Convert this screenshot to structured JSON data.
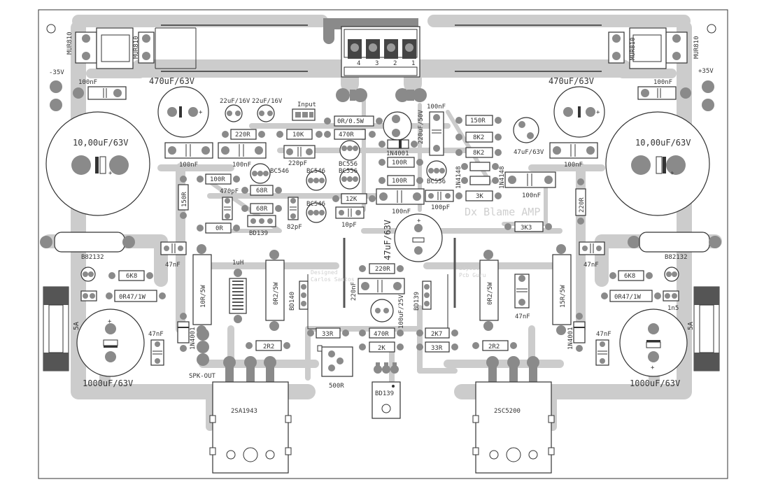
{
  "board": {
    "ghost_title": "Dx Blame AMP",
    "ghost_lines": [
      "Designed",
      "Carlos Santos",
      "Layout",
      "Pcb Guru"
    ]
  },
  "connector": {
    "pins": [
      "4",
      "3",
      "2",
      "1"
    ]
  },
  "rails": {
    "negative": "-35V",
    "positive": "+35V"
  },
  "labels": {
    "mur_left_a": "MUR810",
    "mur_left_b": "MUR810",
    "mur_right_a": "MUR810",
    "mur_right_b": "MUR810",
    "cap_470_left": "470uF/63V",
    "cap_470_right": "470uF/63V",
    "cap_10000_left": "10,00uF/63V",
    "cap_10000_right": "10,00uF/63V",
    "cap_1000_left": "1000uF/63V",
    "cap_1000_right": "1000uF/63V",
    "nf100_tl": "100nF",
    "nf100_tr": "100nF",
    "nf100_a": "100nF",
    "nf100_b": "100nF",
    "nf100_c": "100nF",
    "nf100_d": "100nF",
    "nf100_e": "100nF",
    "nf100_f": "100nF",
    "c22_a": "22uF/16V",
    "c22_b": "22uF/16V",
    "input": "Input",
    "r220": "220R",
    "r10k": "10K",
    "pf220": "220pF",
    "r0r5": "0R/0.5W",
    "r470": "470R",
    "bc556_a": "BC556",
    "bc556_b": "BC556",
    "diode_1n4001_top": "1N4001",
    "c220u": "220uF/50V",
    "r100_top": "100R",
    "r100_mid": "100R",
    "bc556_c": "BC556",
    "r150": "150R",
    "r8k2_a": "8K2",
    "r8k2_b": "8K2",
    "c47u_small": "47uF/63V",
    "d1n4148_a": "1N4148",
    "d1n4148_b": "1N4148",
    "r3k": "3K",
    "bc546_a": "BC546",
    "bc546_b": "BC546",
    "bc546_c": "BC546",
    "r100_left": "100R",
    "pf470": "470pF",
    "r68_a": "68R",
    "r68_b": "68R",
    "r0r": "0R",
    "bd139_left": "BD139",
    "pf82": "82pF",
    "pf10": "10pF",
    "r12k": "12K",
    "pf100": "100pF",
    "c47u_big": "47uF/63V",
    "r150_vert": "150R",
    "r220_vert": "220R",
    "r3k3": "3K3",
    "b82132_left": "B82132",
    "b82132_right": "B82132",
    "nf47_a": "47nF",
    "nf47_b": "47nF",
    "nf47_c": "47nF",
    "nf47_d": "47nF",
    "nf47_e": "47nF",
    "r6k8_left": "6K8",
    "r6k8_right": "6K8",
    "r0r47_left": "0R47/1W",
    "r0r47_right": "0R47/1W",
    "fuse_left": "5A",
    "fuse_right": "5A",
    "r10r5w": "10R/5W",
    "uh1": "1uH",
    "r0r2_left": "0R2/5W",
    "bd140": "BD140",
    "r220_low": "220R",
    "nf220": "220nF",
    "bd139_mid": "BD139",
    "r0r2_right": "0R2/5W",
    "r15r": "15R/5W",
    "c100u25": "100uF/25V",
    "r33_a": "33R",
    "r470_low": "470R",
    "r2k7": "2K7",
    "r2k": "2K",
    "r33_b": "33R",
    "r2r2_a": "2R2",
    "r2r2_b": "2R2",
    "d1n4001_left": "1N4001",
    "d1n4001_right": "1N4001",
    "spk_out": "SPK-OUT",
    "pot500": "500R",
    "bd139_bottom": "BD139",
    "c1n5": "1n5",
    "q_2sa1943": "2SA1943",
    "q_2sc5200": "2SC5200"
  }
}
